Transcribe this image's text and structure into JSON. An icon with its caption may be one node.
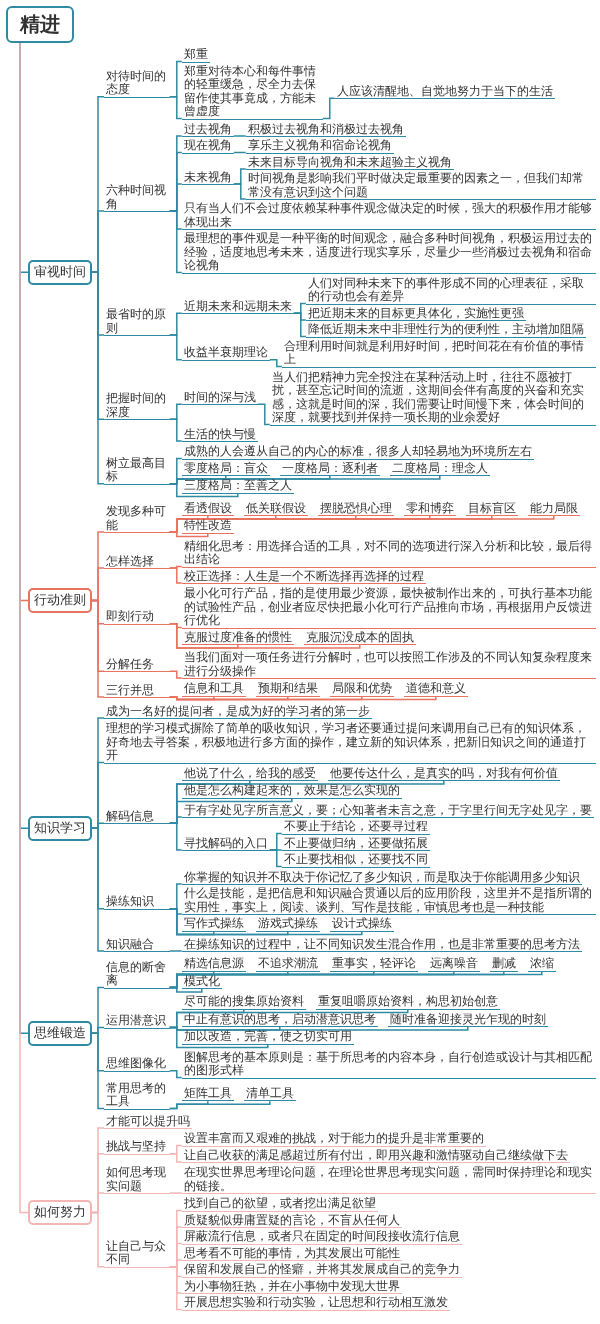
{
  "diagram": {
    "nodes": [
      {
        "text": [
          "精进"
        ]
      },
      {
        "text": [
          "审视时间"
        ]
      },
      {
        "text": [
          "对待时间的态度"
        ]
      },
      {
        "text": [
          "郑重"
        ]
      },
      {
        "text": [
          "郑重对待本心和每件事情的轻重缓急，尽全力去保留作使其事竟成，方能未曾虚度"
        ]
      },
      {
        "text": [
          "人应该清醒地、自觉地努力于当下的生活"
        ]
      },
      {
        "text": [
          "六种时间视角"
        ]
      },
      {
        "text": [
          "过去视角"
        ]
      },
      {
        "text": [
          "积极过去视角和消极过去视角"
        ]
      },
      {
        "text": [
          "现在视角"
        ]
      },
      {
        "text": [
          "享乐主义视角和宿命论视角"
        ]
      },
      {
        "text": [
          "未来视角"
        ]
      },
      {
        "text": [
          "未来目标导向视角和未来超验主义视角"
        ]
      },
      {
        "text": [
          "时间视角是影响我们平时做决定最重要的因素之一，但我们却常常没有意识到这个问题"
        ]
      },
      {
        "text": [
          "只有当人们不会过度依赖某种事件观念做决定的时候，强大的积极作用才能够体现出来"
        ]
      },
      {
        "text": [
          "最理想的事件观是一种平衡的时间观念，融合多种时间视角，积极运用过去的经验，适度地思考未来，适度进行现实享乐，尽量少一些消极过去视角和宿命论视角"
        ]
      },
      {
        "text": [
          "最省时的原则"
        ]
      },
      {
        "text": [
          "近期未来和远期未来"
        ]
      },
      {
        "text": [
          "人们对同种未来下的事件形成不同的心理表征，采取的行动也会有差异"
        ]
      },
      {
        "text": [
          "把近期未来的目标更具体化，实施性更强"
        ]
      },
      {
        "text": [
          "降低近期未来中非理性行为的便利性，主动增加阻隔"
        ]
      },
      {
        "text": [
          "收益半衰期理论"
        ]
      },
      {
        "text": [
          "合理利用时间就是利用好时间，把时间花在有价值的事情上"
        ]
      },
      {
        "text": [
          "把握时间的深度"
        ]
      },
      {
        "text": [
          "时间的深与浅"
        ]
      },
      {
        "text": [
          "当人们把精神力完全投注在某种活动上时，往往不愿被打扰，甚至忘记时间的流逝，这期间会伴有高度的兴奋和充实感，这就是时间的深，我们需要让时间慢下来，体会时间的深度，就要找到并保持一项长期的业余爱好"
        ]
      },
      {
        "text": [
          "生活的快与慢"
        ]
      },
      {
        "text": [
          "树立最高目标"
        ]
      },
      {
        "text": [
          "成熟的人会遵从自己的内心的标准，很多人却轻易地为环境所左右"
        ]
      },
      {
        "text": [
          "零度格局：盲众"
        ]
      },
      {
        "text": [
          "一度格局：逐利者"
        ]
      },
      {
        "text": [
          "二度格局：理念人"
        ]
      },
      {
        "text": [
          "三度格局：至善之人"
        ]
      },
      {
        "text": [
          "行动准则"
        ]
      },
      {
        "text": [
          "发现多种可能"
        ]
      },
      {
        "text": [
          "看透假设"
        ]
      },
      {
        "text": [
          "低关联假设"
        ]
      },
      {
        "text": [
          "摆脱恐惧心理"
        ]
      },
      {
        "text": [
          "零和博弈"
        ]
      },
      {
        "text": [
          "目标盲区"
        ]
      },
      {
        "text": [
          "能力局限"
        ]
      },
      {
        "text": [
          "特性改造"
        ]
      },
      {
        "text": [
          "怎样选择"
        ]
      },
      {
        "text": [
          "精细化思考：用选择合适的工具，对不同的选项进行深入分析和比较，最后得出结论"
        ]
      },
      {
        "text": [
          "校正选择：人生是一个不断选择再选择的过程"
        ]
      },
      {
        "text": [
          "即刻行动"
        ]
      },
      {
        "text": [
          "最小化可行产品，指的是使用最少资源，最快被制作出来的，可执行基本功能的试验性产品，创业者应尽快把最小化可行产品推向市场，再根据用户反馈进行优化"
        ]
      },
      {
        "text": [
          "克服过度准备的惯性"
        ]
      },
      {
        "text": [
          "克服沉没成本的固执"
        ]
      },
      {
        "text": [
          "分解任务"
        ]
      },
      {
        "text": [
          "当我们面对一项任务进行分解时，也可以按照工作涉及的不同认知复杂程度来进行分级操作"
        ]
      },
      {
        "text": [
          "三行并思"
        ]
      },
      {
        "text": [
          "信息和工具"
        ]
      },
      {
        "text": [
          "预期和结果"
        ]
      },
      {
        "text": [
          "局限和优势"
        ]
      },
      {
        "text": [
          "道德和意义"
        ]
      },
      {
        "text": [
          "知识学习"
        ]
      },
      {
        "text": [
          "成为一名好的提问者，是成为好的学习者的第一步"
        ]
      },
      {
        "text": [
          "理想的学习模式摒除了简单的吸收知识，学习者还要通过提问来调用自己已有的知识体系，好奇地去寻答案，积极地进行多方面的操作，建立新的知识体系，把新旧知识之间的通道打开"
        ]
      },
      {
        "text": [
          "解码信息"
        ]
      },
      {
        "text": [
          "他说了什么，给我的感受"
        ]
      },
      {
        "text": [
          "他要传达什么，是真实的吗，对我有何价值"
        ]
      },
      {
        "text": [
          "他是怎么构建起来的，效果是怎么实现的"
        ]
      },
      {
        "text": [
          "于有字处见字所言意义，要；心知著者未言之意，于字里行间无字处见字，要"
        ]
      },
      {
        "text": [
          "寻找解码的入口"
        ]
      },
      {
        "text": [
          "不要止于结论，还要寻过程"
        ]
      },
      {
        "text": [
          "不止要做归纳，还要做拓展"
        ]
      },
      {
        "text": [
          "不止要找相似，还要找不同"
        ]
      },
      {
        "text": [
          "操练知识"
        ]
      },
      {
        "text": [
          "你掌握的知识并不取决于你记忆了多少知识，而是取决于你能调用多少知识"
        ]
      },
      {
        "text": [
          "什么是技能，是把信息和知识融合贯通以后的应用阶段，这里并不是指所谓的实用性，事实上，阅读、谈判、写作是技能，审慎思考也是一种技能"
        ]
      },
      {
        "text": [
          "写作式操练"
        ]
      },
      {
        "text": [
          "游戏式操练"
        ]
      },
      {
        "text": [
          "设计式操练"
        ]
      },
      {
        "text": [
          "知识融合"
        ]
      },
      {
        "text": [
          "在操练知识的过程中，让不同知识发生混合作用，也是非常重要的思考方法"
        ]
      },
      {
        "text": [
          "思维锻造"
        ]
      },
      {
        "text": [
          "信息的断舍离"
        ]
      },
      {
        "text": [
          "精选信息源"
        ]
      },
      {
        "text": [
          "不追求潮流"
        ]
      },
      {
        "text": [
          "重事实，轻评论"
        ]
      },
      {
        "text": [
          "远离噪音"
        ]
      },
      {
        "text": [
          "删减"
        ]
      },
      {
        "text": [
          "浓缩"
        ]
      },
      {
        "text": [
          "模式化"
        ]
      },
      {
        "text": [
          "运用潜意识"
        ]
      },
      {
        "text": [
          "尽可能的搜集原始资料"
        ]
      },
      {
        "text": [
          "重复咀嚼原始资料，构思初始创意"
        ]
      },
      {
        "text": [
          "中止有意识的思考，启动潜意识思考"
        ]
      },
      {
        "text": [
          "随时准备迎接灵光乍现的时刻"
        ]
      },
      {
        "text": [
          "加以改造，完善，使之切实可用"
        ]
      },
      {
        "text": [
          "思维图像化"
        ]
      },
      {
        "text": [
          "图解思考的基本原则是：基于所思考的内容本身，自行创造或设计与其相匹配的图形式样"
        ]
      },
      {
        "text": [
          "常用思考的工具"
        ]
      },
      {
        "text": [
          "矩阵工具"
        ]
      },
      {
        "text": [
          "清单工具"
        ]
      },
      {
        "text": [
          "如何努力"
        ]
      },
      {
        "text": [
          "才能可以提升吗"
        ]
      },
      {
        "text": [
          "挑战与坚持"
        ]
      },
      {
        "text": [
          "设置丰富而又艰难的挑战，对于能力的提升是非常重要的"
        ]
      },
      {
        "text": [
          "让自己收获的满足感超过所有付出，即用兴趣和激情驱动自己继续做下去"
        ]
      },
      {
        "text": [
          "如何思考现实问题"
        ]
      },
      {
        "text": [
          "在现实世界思考理论问题，在理论世界思考现实问题，需同时保持理论和现实的链接。"
        ]
      },
      {
        "text": [
          "让自己与众不同"
        ]
      },
      {
        "text": [
          "找到自己的欲望，或者挖出满足欲望"
        ]
      },
      {
        "text": [
          "质疑貌似毋庸置疑的言论，不盲从任何人"
        ]
      },
      {
        "text": [
          "屏蔽流行信息，或者只在固定的时间段接收流行信息"
        ]
      },
      {
        "text": [
          "思考看不可能的事情，为其发展出可能性"
        ]
      },
      {
        "text": [
          "保留和发展自己的怪癖，并将其发展成自己的竞争力"
        ]
      },
      {
        "text": [
          "为小事物狂热，并在小事物中发现大世界"
        ]
      },
      {
        "text": [
          "开展思想实验和行动实验，让思想和行动相互激发"
        ]
      }
    ],
    "edges": [
      {
        "from": 0,
        "to": 1,
        "arrow": "none"
      },
      {
        "from": 1,
        "to": 2,
        "arrow": "none"
      },
      {
        "from": 2,
        "to": 3,
        "arrow": "none"
      },
      {
        "from": 2,
        "to": 4,
        "arrow": "none"
      },
      {
        "from": 4,
        "to": 5,
        "arrow": "none"
      },
      {
        "from": 1,
        "to": 6,
        "arrow": "none"
      },
      {
        "from": 6,
        "to": 7,
        "arrow": "none"
      },
      {
        "from": 7,
        "to": 8,
        "arrow": "none"
      },
      {
        "from": 6,
        "to": 9,
        "arrow": "none"
      },
      {
        "from": 9,
        "to": 10,
        "arrow": "none"
      },
      {
        "from": 6,
        "to": 11,
        "arrow": "none"
      },
      {
        "from": 11,
        "to": 12,
        "arrow": "none"
      },
      {
        "from": 11,
        "to": 13,
        "arrow": "none"
      },
      {
        "from": 6,
        "to": 14,
        "arrow": "none"
      },
      {
        "from": 6,
        "to": 15,
        "arrow": "none"
      },
      {
        "from": 1,
        "to": 16,
        "arrow": "none"
      },
      {
        "from": 16,
        "to": 17,
        "arrow": "none"
      },
      {
        "from": 17,
        "to": 18,
        "arrow": "none"
      },
      {
        "from": 17,
        "to": 19,
        "arrow": "none"
      },
      {
        "from": 17,
        "to": 20,
        "arrow": "none"
      },
      {
        "from": 16,
        "to": 21,
        "arrow": "none"
      },
      {
        "from": 21,
        "to": 22,
        "arrow": "none"
      },
      {
        "from": 1,
        "to": 23,
        "arrow": "none"
      },
      {
        "from": 23,
        "to": 24,
        "arrow": "none"
      },
      {
        "from": 24,
        "to": 25,
        "arrow": "none"
      },
      {
        "from": 23,
        "to": 26,
        "arrow": "none"
      },
      {
        "from": 1,
        "to": 27,
        "arrow": "none"
      },
      {
        "from": 27,
        "to": 28,
        "arrow": "none"
      },
      {
        "from": 27,
        "to": 29,
        "arrow": "none"
      },
      {
        "from": 27,
        "to": 30,
        "arrow": "none"
      },
      {
        "from": 27,
        "to": 31,
        "arrow": "none"
      },
      {
        "from": 27,
        "to": 32,
        "arrow": "none"
      },
      {
        "from": 0,
        "to": 33,
        "arrow": "none",
        "color": "#e8735f"
      },
      {
        "from": 33,
        "to": 34,
        "arrow": "none",
        "color": "#e8735f"
      },
      {
        "from": 34,
        "to": 35,
        "arrow": "none",
        "color": "#e8735f"
      },
      {
        "from": 34,
        "to": 36,
        "arrow": "none",
        "color": "#e8735f"
      },
      {
        "from": 34,
        "to": 37,
        "arrow": "none",
        "color": "#e8735f"
      },
      {
        "from": 34,
        "to": 38,
        "arrow": "none",
        "color": "#e8735f"
      },
      {
        "from": 34,
        "to": 39,
        "arrow": "none",
        "color": "#e8735f"
      },
      {
        "from": 34,
        "to": 40,
        "arrow": "none",
        "color": "#e8735f"
      },
      {
        "from": 34,
        "to": 41,
        "arrow": "none",
        "color": "#e8735f"
      },
      {
        "from": 33,
        "to": 42,
        "arrow": "none",
        "color": "#e8735f"
      },
      {
        "from": 42,
        "to": 43,
        "arrow": "none",
        "color": "#e8735f"
      },
      {
        "from": 42,
        "to": 44,
        "arrow": "none",
        "color": "#e8735f"
      },
      {
        "from": 33,
        "to": 45,
        "arrow": "none",
        "color": "#e8735f"
      },
      {
        "from": 45,
        "to": 46,
        "arrow": "none",
        "color": "#e8735f"
      },
      {
        "from": 45,
        "to": 47,
        "arrow": "none",
        "color": "#e8735f"
      },
      {
        "from": 45,
        "to": 48,
        "arrow": "none",
        "color": "#e8735f"
      },
      {
        "from": 33,
        "to": 49,
        "arrow": "none",
        "color": "#e8735f"
      },
      {
        "from": 49,
        "to": 50,
        "arrow": "none",
        "color": "#e8735f"
      },
      {
        "from": 33,
        "to": 51,
        "arrow": "none",
        "color": "#e8735f"
      },
      {
        "from": 51,
        "to": 52,
        "arrow": "none",
        "color": "#e8735f"
      },
      {
        "from": 51,
        "to": 53,
        "arrow": "none",
        "color": "#e8735f"
      },
      {
        "from": 51,
        "to": 54,
        "arrow": "none",
        "color": "#e8735f"
      },
      {
        "from": 51,
        "to": 55,
        "arrow": "none",
        "color": "#e8735f"
      },
      {
        "from": 0,
        "to": 56,
        "arrow": "none"
      },
      {
        "from": 56,
        "to": 57,
        "arrow": "none"
      },
      {
        "from": 56,
        "to": 58,
        "arrow": "none"
      },
      {
        "from": 56,
        "to": 59,
        "arrow": "none"
      },
      {
        "from": 59,
        "to": 60,
        "arrow": "none"
      },
      {
        "from": 59,
        "to": 61,
        "arrow": "none"
      },
      {
        "from": 59,
        "to": 62,
        "arrow": "none"
      },
      {
        "from": 59,
        "to": 63,
        "arrow": "none"
      },
      {
        "from": 59,
        "to": 64,
        "arrow": "none"
      },
      {
        "from": 64,
        "to": 65,
        "arrow": "none"
      },
      {
        "from": 64,
        "to": 66,
        "arrow": "none"
      },
      {
        "from": 64,
        "to": 67,
        "arrow": "none"
      },
      {
        "from": 56,
        "to": 68,
        "arrow": "none"
      },
      {
        "from": 68,
        "to": 69,
        "arrow": "none"
      },
      {
        "from": 68,
        "to": 70,
        "arrow": "none"
      },
      {
        "from": 68,
        "to": 71,
        "arrow": "none"
      },
      {
        "from": 68,
        "to": 72,
        "arrow": "none"
      },
      {
        "from": 68,
        "to": 73,
        "arrow": "none"
      },
      {
        "from": 56,
        "to": 74,
        "arrow": "none"
      },
      {
        "from": 74,
        "to": 75,
        "arrow": "none"
      },
      {
        "from": 0,
        "to": 76,
        "arrow": "none"
      },
      {
        "from": 76,
        "to": 77,
        "arrow": "none"
      },
      {
        "from": 77,
        "to": 78,
        "arrow": "none"
      },
      {
        "from": 77,
        "to": 79,
        "arrow": "none"
      },
      {
        "from": 77,
        "to": 80,
        "arrow": "none"
      },
      {
        "from": 77,
        "to": 81,
        "arrow": "none"
      },
      {
        "from": 77,
        "to": 82,
        "arrow": "none"
      },
      {
        "from": 77,
        "to": 83,
        "arrow": "none"
      },
      {
        "from": 77,
        "to": 84,
        "arrow": "none"
      },
      {
        "from": 76,
        "to": 85,
        "arrow": "none"
      },
      {
        "from": 85,
        "to": 86,
        "arrow": "none"
      },
      {
        "from": 85,
        "to": 87,
        "arrow": "none"
      },
      {
        "from": 85,
        "to": 88,
        "arrow": "none"
      },
      {
        "from": 85,
        "to": 89,
        "arrow": "none"
      },
      {
        "from": 85,
        "to": 90,
        "arrow": "none"
      },
      {
        "from": 76,
        "to": 91,
        "arrow": "none"
      },
      {
        "from": 91,
        "to": 92,
        "arrow": "none"
      },
      {
        "from": 76,
        "to": 93,
        "arrow": "none"
      },
      {
        "from": 93,
        "to": 94,
        "arrow": "none"
      },
      {
        "from": 93,
        "to": 95,
        "arrow": "none"
      },
      {
        "from": 0,
        "to": 96,
        "arrow": "none",
        "color": "#f4b6b4"
      },
      {
        "from": 96,
        "to": 97,
        "arrow": "none",
        "color": "#f4b6b4"
      },
      {
        "from": 96,
        "to": 98,
        "arrow": "none",
        "color": "#f4b6b4"
      },
      {
        "from": 98,
        "to": 99,
        "arrow": "none",
        "color": "#f4b6b4"
      },
      {
        "from": 98,
        "to": 100,
        "arrow": "none",
        "color": "#f4b6b4"
      },
      {
        "from": 96,
        "to": 101,
        "arrow": "none",
        "color": "#f4b6b4"
      },
      {
        "from": 101,
        "to": 102,
        "arrow": "none",
        "color": "#f4b6b4"
      },
      {
        "from": 96,
        "to": 103,
        "arrow": "none",
        "color": "#f4b6b4"
      },
      {
        "from": 103,
        "to": 104,
        "arrow": "none",
        "color": "#f4b6b4"
      },
      {
        "from": 103,
        "to": 105,
        "arrow": "none",
        "color": "#f4b6b4"
      },
      {
        "from": 103,
        "to": 106,
        "arrow": "none",
        "color": "#f4b6b4"
      },
      {
        "from": 103,
        "to": 107,
        "arrow": "none",
        "color": "#f4b6b4"
      },
      {
        "from": 103,
        "to": 108,
        "arrow": "none",
        "color": "#f4b6b4"
      },
      {
        "from": 103,
        "to": 109,
        "arrow": "none",
        "color": "#f4b6b4"
      },
      {
        "from": 103,
        "to": 110,
        "arrow": "none",
        "color": "#f4b6b4"
      }
    ]
  }
}
